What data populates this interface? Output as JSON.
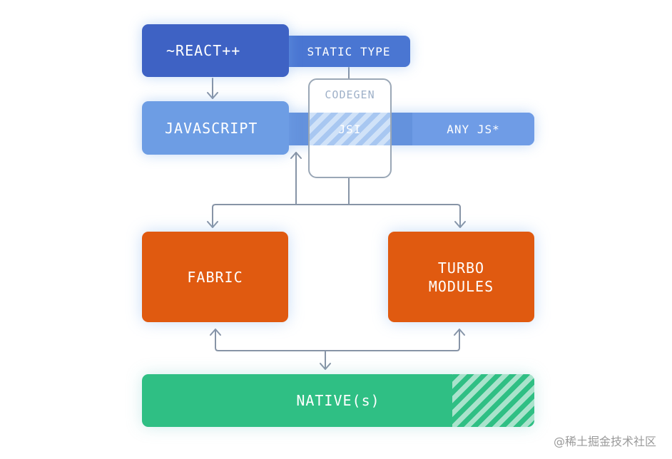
{
  "diagram": {
    "react_label": "~REACT++",
    "static_type_label": "STATIC TYPE",
    "javascript_label": "JAVASCRIPT",
    "codegen_label": "CODEGEN",
    "jsi_label": "JSI",
    "any_js_label": "ANY JS*",
    "fabric_label": "FABRIC",
    "turbo_line1": "TURBO",
    "turbo_line2": "MODULES",
    "native_label": "NATIVE(s)"
  },
  "watermark": "@稀土掘金技术社区",
  "colors": {
    "react": "#3e62c4",
    "javascript": "#6d9de4",
    "fabric": "#e05a10",
    "turbo_modules": "#e05a10",
    "native": "#2fbf84",
    "connector": "#8794a6"
  }
}
